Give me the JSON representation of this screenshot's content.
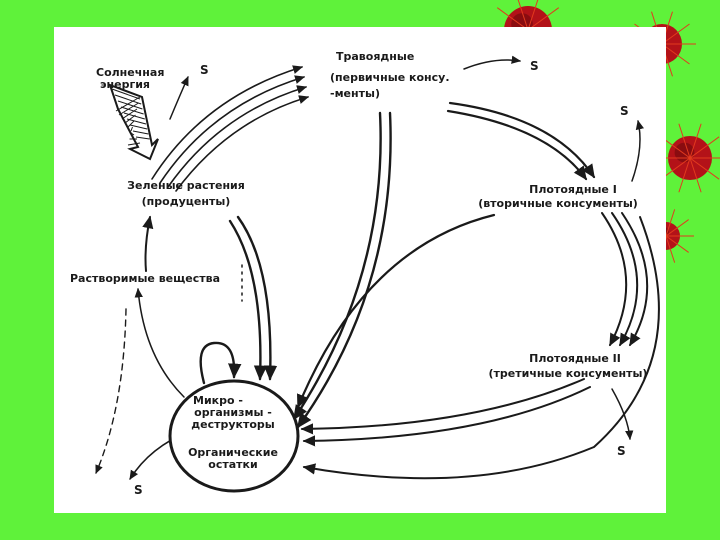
{
  "slide": {
    "background": "#5ff23a",
    "panel_color": "#ffffff",
    "decoration_colors": [
      "#b31218",
      "#e23a1e",
      "#8a0c10"
    ]
  },
  "diagram": {
    "nodes": {
      "solar": [
        "Солнечная",
        "энергия"
      ],
      "herbivores": [
        "Травоядные",
        "(первичные консу.",
        "-менты)"
      ],
      "carnivores1": [
        "Плотоядные I",
        "(вторичные консументы)"
      ],
      "green_plants": [
        "Зеленые растения",
        "(продуценты)"
      ],
      "soluble": "Растворимые вещества",
      "carnivores2": [
        "Плотоядные II",
        "(третичные консументы)"
      ],
      "decomposers": [
        "Микро -",
        "организмы -",
        "деструкторы"
      ],
      "organic": [
        "Органические",
        "остатки"
      ]
    },
    "s_label": "S"
  }
}
